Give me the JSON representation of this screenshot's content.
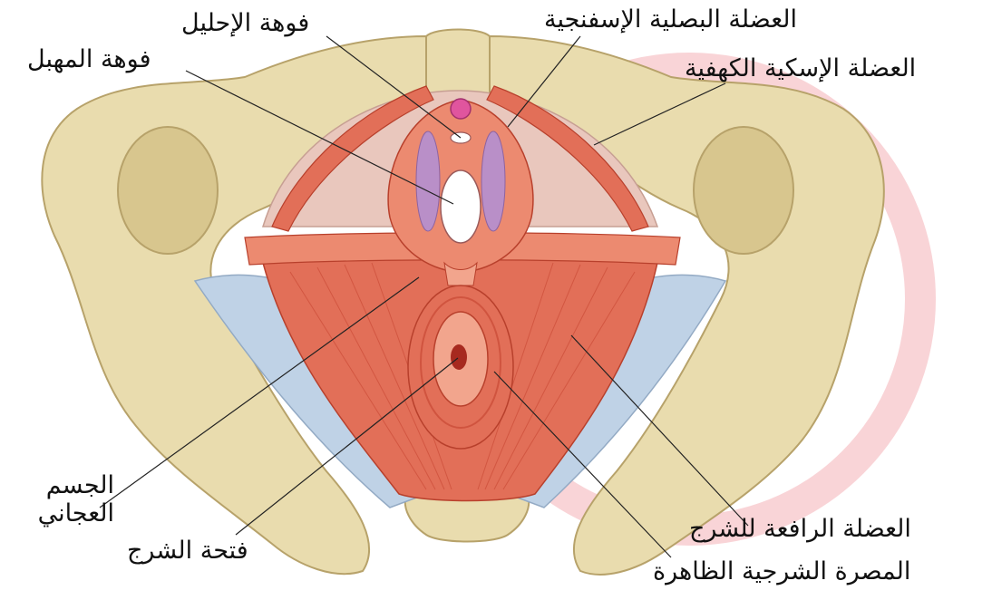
{
  "figure": {
    "colors": {
      "bone": "#e9dcae",
      "bone_shadow": "#c9b57e",
      "muscle": "#e26f58",
      "muscle_dark": "#c5432f",
      "muscle_light": "#f2a58d",
      "ligament": "#bfd2e6",
      "membrane": "#e9c7bd",
      "glans": "#e0559e",
      "bulb": "#b98fc8",
      "lines": "#222222",
      "watermark": "#f7c6c9"
    },
    "labels": {
      "urethral_opening": "فوهة الإحليل",
      "bulbospongiosus": "العضلة البصلية الإسفنجية",
      "vaginal_opening": "فوهة المهبل",
      "ischiocavernosus": "العضلة الإسكية الكهفية",
      "perineal_body": "الجسم العجاني",
      "anal_opening": "فتحة الشرج",
      "levator_ani": "العضلة الرافعة للشرج",
      "external_anal_sphincter": "المصرة الشرجية الظاهرة"
    }
  }
}
